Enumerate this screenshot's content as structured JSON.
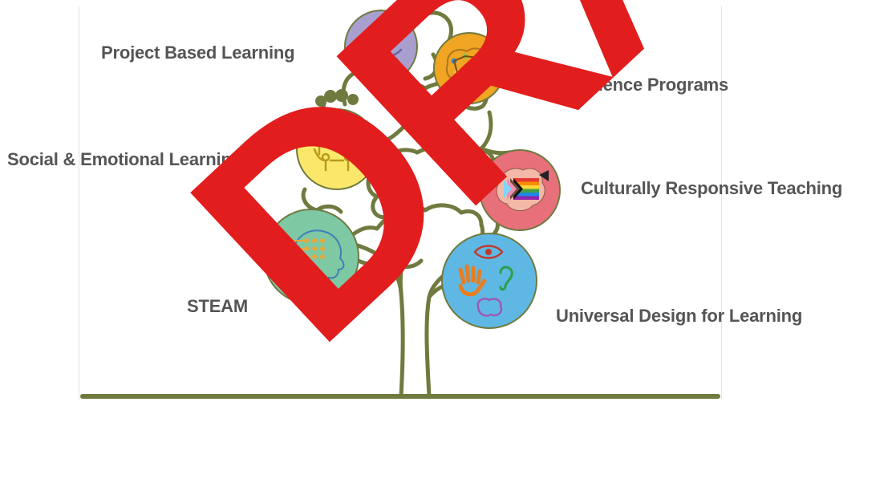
{
  "diagram": {
    "labels": {
      "project_based": "Project Based Learning",
      "low_incidence": "Low Incidence Programs",
      "social_emotional": "Social & Emotional Learning",
      "culturally_responsive": "Culturally Responsive Teaching",
      "steam": "STEAM",
      "universal_design": "Universal Design for Learning"
    },
    "watermark": "DRAFT",
    "colors": {
      "tree": "#6f7a3f",
      "project_based": "#a89fcf",
      "low_incidence": "#f0a523",
      "social_emotional": "#fbe86a",
      "culturally_responsive": "#e8707a",
      "steam": "#7fc8a4",
      "universal_design": "#5fb8e4",
      "watermark": "#e21d1d",
      "label_text": "#555555"
    },
    "icons": {
      "project_based": "hand-sprout-icon",
      "low_incidence": "brain-network-icon",
      "social_emotional": "people-circle-icon",
      "culturally_responsive": "progress-pride-flag-icon",
      "steam": "head-circuit-icon",
      "universal_design": "senses-icon"
    }
  }
}
